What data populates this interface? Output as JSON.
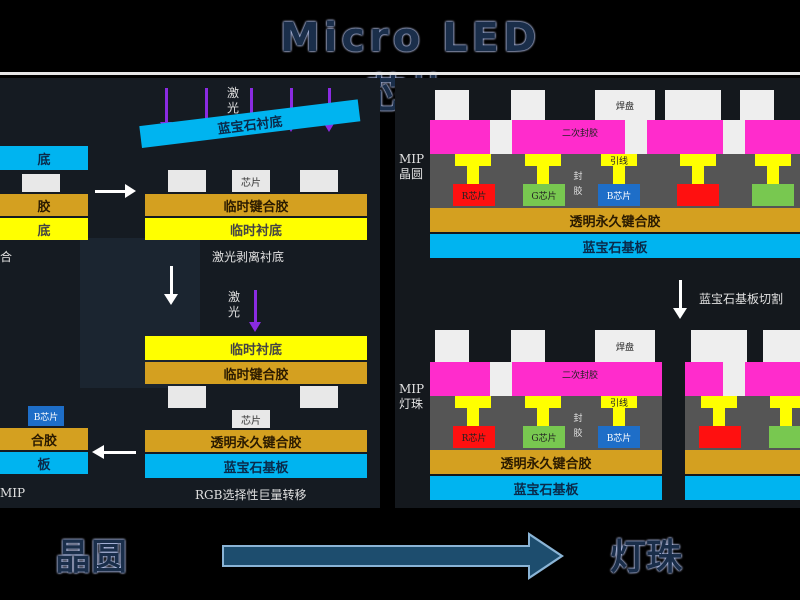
{
  "title": "Micro LED芯片",
  "left_panel": {
    "stage1": {
      "substrate": "底",
      "glue": "胶",
      "temp": "底",
      "caption": "合"
    },
    "stage2": {
      "laser": "激光",
      "sapphire": "蓝宝石衬底",
      "chip": "芯片",
      "glue": "临时键合胶",
      "temp": "临时衬底",
      "caption": "激光剥离衬底"
    },
    "stage3": {
      "laser": "激光",
      "temp_substrate": "临时衬底",
      "glue": "临时键合胶"
    },
    "stage4": {
      "chip": "芯片",
      "glue": "透明永久键合胶",
      "sapphire": "蓝宝石基板",
      "caption": "RGB选择性巨量转移"
    },
    "stage5": {
      "chip": "B芯片",
      "glue": "合胶",
      "base": "板",
      "caption": "MIP"
    }
  },
  "right_panel": {
    "mip_wafer_label": "MIP晶圆",
    "mip_bead_label": "MIP灯珠",
    "pad": "焊盘",
    "secondary_glue": "二次封胶",
    "lead": "引线",
    "encap": "封胶",
    "red_chip": "R芯片",
    "green_chip": "G芯片",
    "blue_chip": "B芯片",
    "glue": "透明永久键合胶",
    "base": "蓝宝石基板",
    "cut_caption": "蓝宝石基板切割"
  },
  "bottom": {
    "left": "晶圆",
    "right": "灯珠"
  },
  "colors": {
    "gold": "#d4a020",
    "yellow": "#ffff00",
    "cyan": "#00b4f0",
    "magenta": "#ff2ccc",
    "laser": "#8a2be2"
  }
}
